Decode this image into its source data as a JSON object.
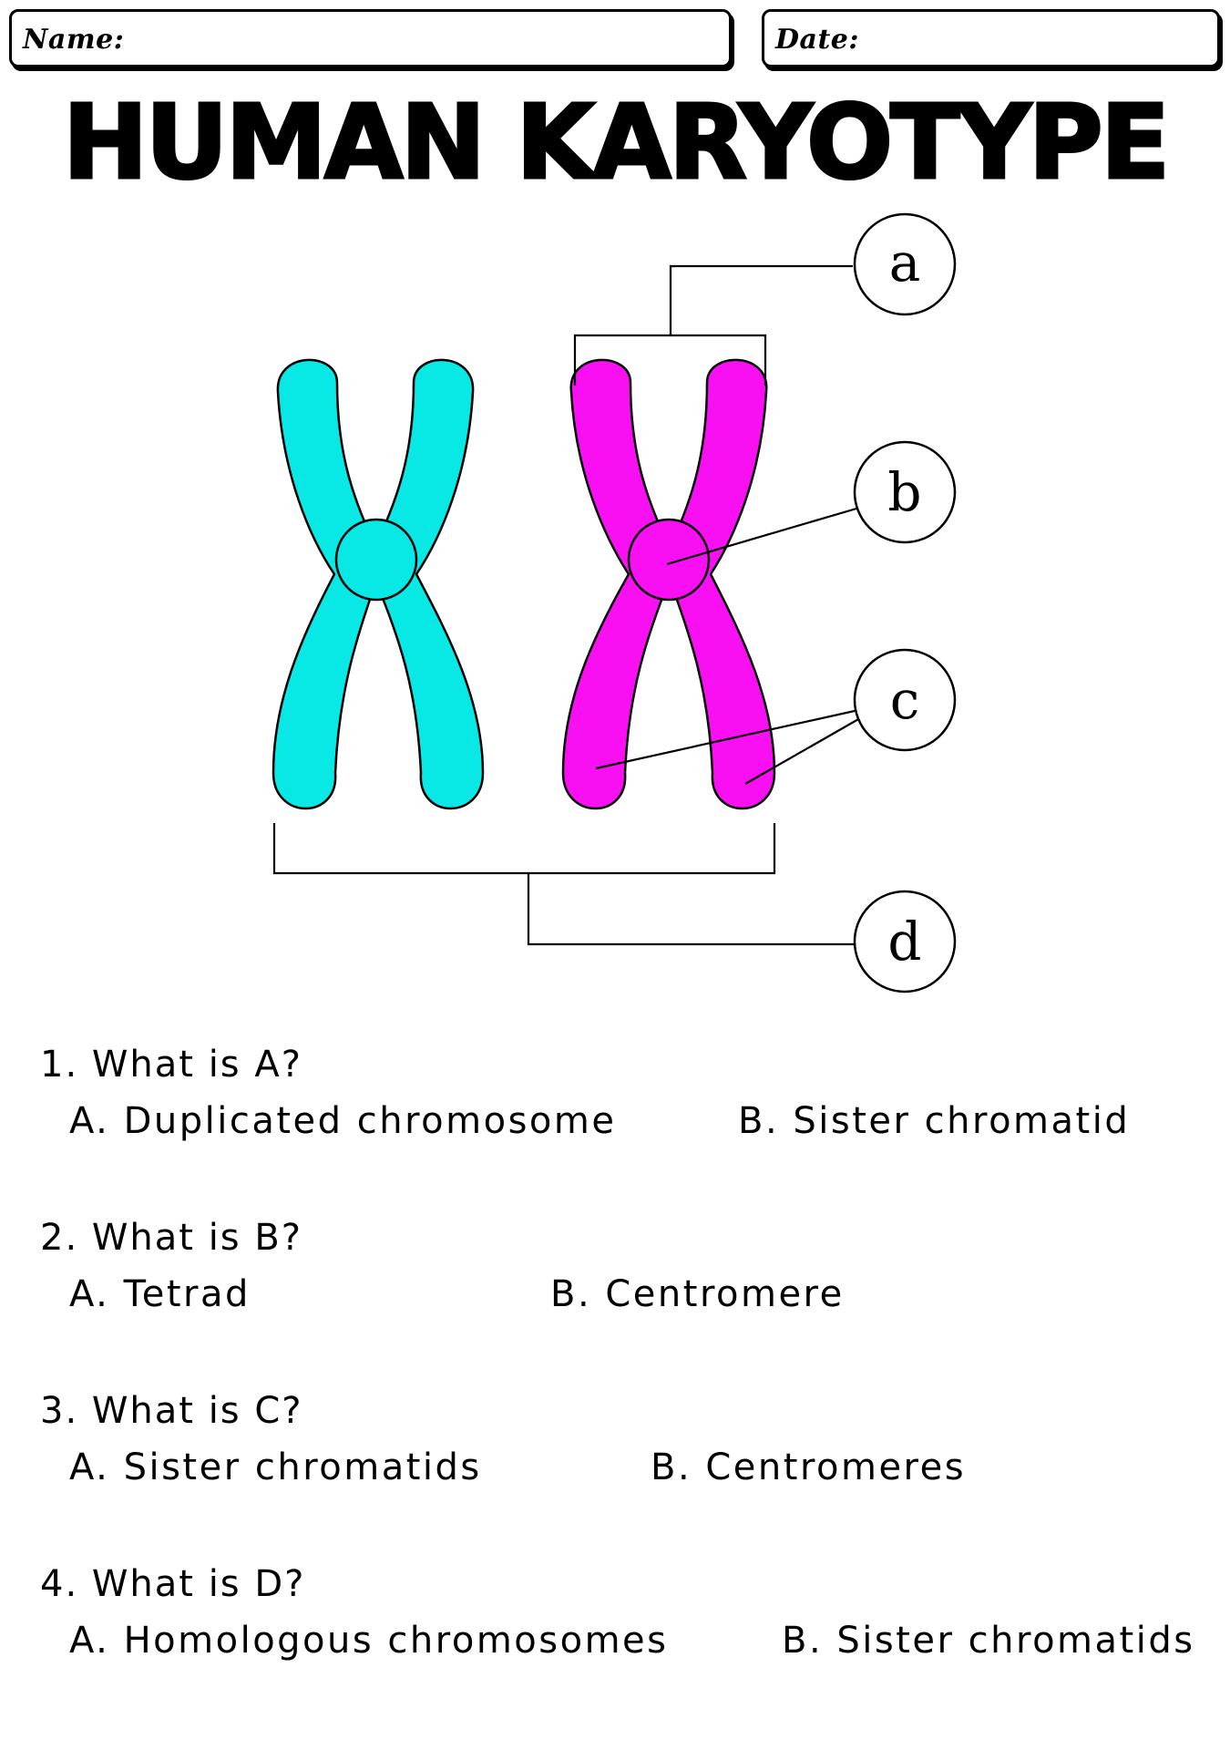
{
  "header": {
    "name_label": "Name:",
    "date_label": "Date:"
  },
  "title": "HUMAN KARYOTYPE",
  "diagram": {
    "colors": {
      "left_chromosome": "#08E8E4",
      "right_chromosome": "#F910F2",
      "outline": "#000000"
    },
    "labels": {
      "a": "a",
      "b": "b",
      "c": "c",
      "d": "d"
    }
  },
  "questions": [
    {
      "number": "1.",
      "text": "1. What is A?",
      "option_a": "A. Duplicated chromosome",
      "option_b": "B. Sister chromatid"
    },
    {
      "number": "2.",
      "text": "2. What is B?",
      "option_a": "A. Tetrad",
      "option_b": "B. Centromere"
    },
    {
      "number": "3.",
      "text": "3. What is C?",
      "option_a": "A. Sister chromatids",
      "option_b": "B. Centromeres"
    },
    {
      "number": "4.",
      "text": "4. What is D?",
      "option_a": "A. Homologous chromosomes",
      "option_b": "B. Sister chromatids"
    }
  ]
}
